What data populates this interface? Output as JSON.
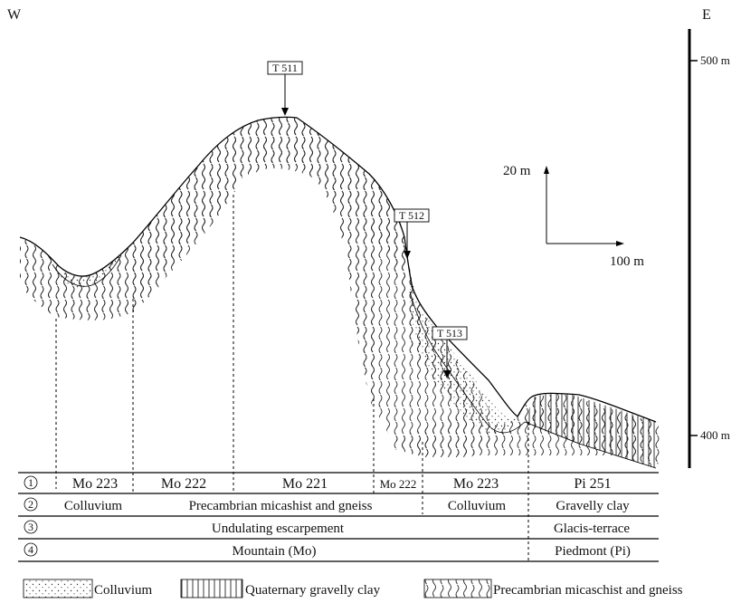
{
  "compass": {
    "west": "W",
    "east": "E"
  },
  "scale_bar": {
    "upper": "500 m",
    "lower": "400 m"
  },
  "scale_cross": {
    "vertical": "20 m",
    "horizontal": "100 m"
  },
  "sample_points": [
    "T 511",
    "T 512",
    "T 513"
  ],
  "table": {
    "row_numbers": [
      "①",
      "②",
      "③",
      "④"
    ],
    "row1": [
      "Mo 223",
      "Mo 222",
      "Mo 221",
      "Mo 222",
      "Mo 223",
      "Pi 251"
    ],
    "row2": [
      "Colluvium",
      "Precambrian micashist and gneiss",
      "Colluvium",
      "Gravelly clay"
    ],
    "row3": [
      "Undulating escarpement",
      "Glacis-terrace"
    ],
    "row4": [
      "Mountain (Mo)",
      "Piedmont (Pi)"
    ]
  },
  "legend": [
    {
      "label": "Colluvium",
      "pattern": "dots-icon"
    },
    {
      "label": "Quaternary gravelly clay",
      "pattern": "vertical-lines-icon"
    },
    {
      "label": "Precambrian micaschist and gneiss",
      "pattern": "wavy-lines-icon"
    }
  ]
}
